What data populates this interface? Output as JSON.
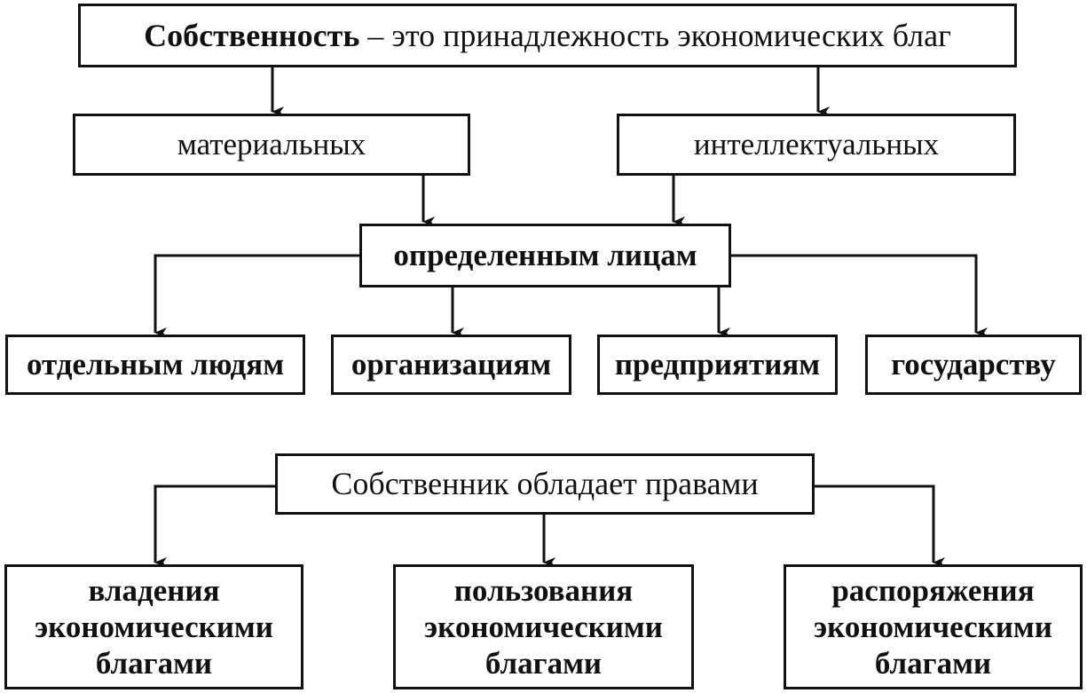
{
  "diagram": {
    "definition": {
      "term": "Собственность",
      "rest": " – это принадлежность экономических благ"
    },
    "goods_types": {
      "material": "материальных",
      "intellectual": "интеллектуальных"
    },
    "persons_node": "определенным лицам",
    "owners": {
      "people": "отдельным людям",
      "organizations": "организациям",
      "enterprises": "предприятиям",
      "state": "государству"
    },
    "rights_node": "Собственник обладает правами",
    "rights": {
      "possession": "владения\nэкономическими\nблагами",
      "use": "пользования\nэкономическими\nблагами",
      "disposal": "распоряжения\nэкономическими\nблагами"
    }
  }
}
